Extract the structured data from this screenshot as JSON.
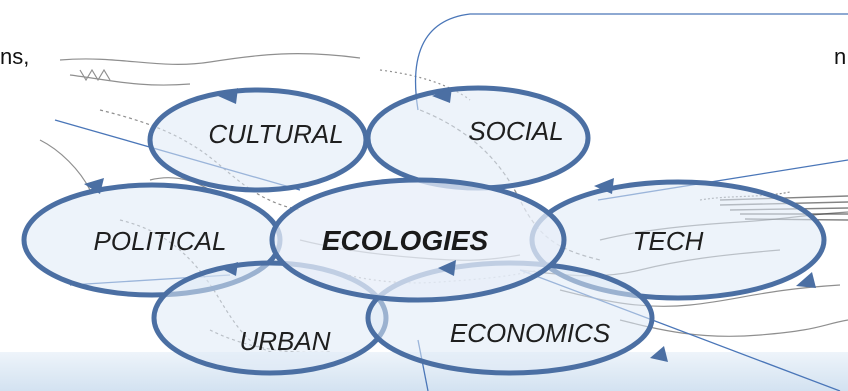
{
  "edge_text": {
    "left": "ns,",
    "right": "n"
  },
  "colors": {
    "ring": "#4b6fa3",
    "fill": "#dfe9f5",
    "center_fill": "#e7eef8",
    "callout_line": "#4a76b8",
    "sketch": "#5a5a5a",
    "bottom_band": "#d9e6f3"
  },
  "nodes": {
    "cultural": "CULTURAL",
    "social": "SOCIAL",
    "political": "POLITICAL",
    "ecologies": "ECOLOGIES",
    "tech": "TECH",
    "urban": "URBAN",
    "economics": "ECONOMICS"
  }
}
